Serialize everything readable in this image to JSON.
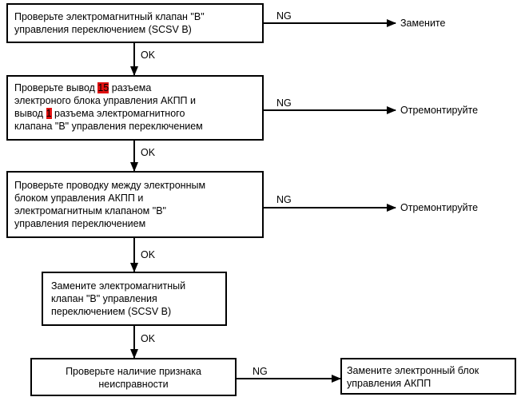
{
  "steps": {
    "step1": {
      "line1": "Проверьте электромагнитный клапан \"B\"",
      "line2": "управления переключением (SCSV B)"
    },
    "step2": {
      "part1": "Проверьте вывод ",
      "pin_a": "15",
      "part2": " разъема",
      "line2": "электроного блока управления АКПП и",
      "part3": "вывод ",
      "pin_b": "1",
      "part4": " разъема электромагнитного",
      "line4": "клапана \"B\" управления переключением"
    },
    "step3": {
      "line1": "Проверьте проводку между электронным",
      "line2": "блоком управления АКПП и",
      "line3": "электромагнитным клапаном \"B\"",
      "line4": "управления переключением"
    },
    "step4": {
      "line1": "Замените электромагнитный",
      "line2": "клапан \"B\" управления",
      "line3": "переключением (SCSV B)"
    },
    "step5": {
      "line1": "Проверьте наличие признака",
      "line2": "неисправности"
    },
    "final": {
      "line1": "Замените электронный блок",
      "line2": "управления АКПП"
    }
  },
  "labels": {
    "ng": "NG",
    "ok": "OK"
  },
  "results": {
    "replace": "Замените",
    "repair1": "Отремонтируйте",
    "repair2": "Отремонтируйте"
  },
  "colors": {
    "highlight": "#e01010"
  }
}
